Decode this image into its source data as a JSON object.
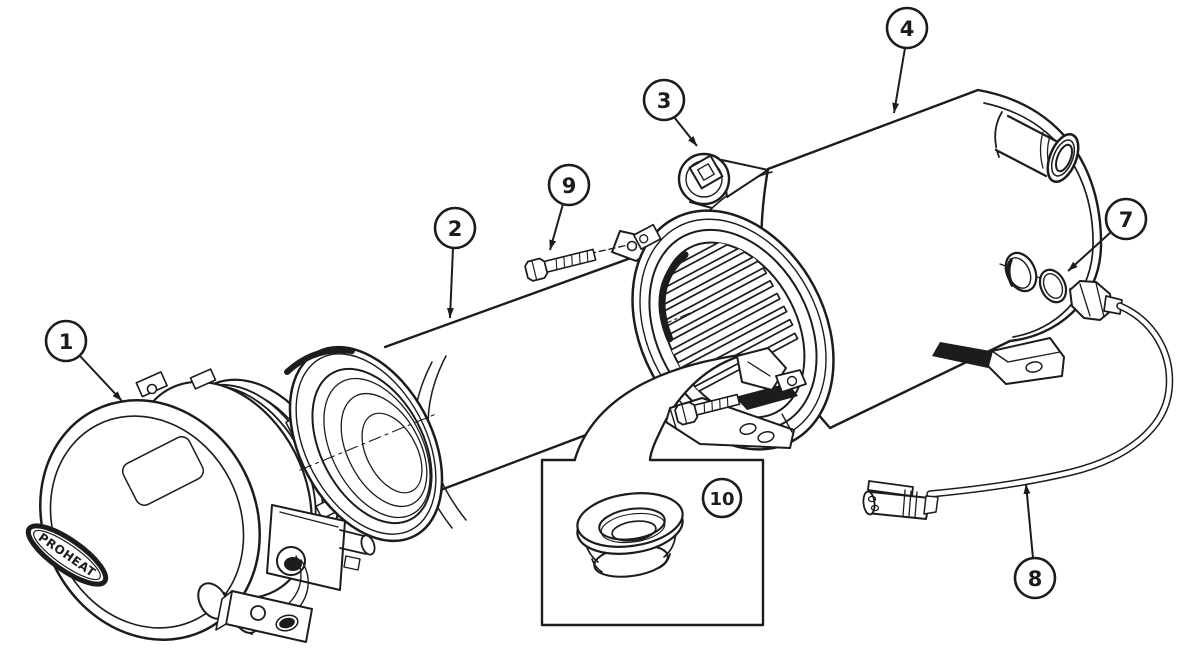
{
  "diagram": {
    "background": "#ffffff",
    "line_color": "#1c1c1c",
    "logo": {
      "text": "PROHEAT"
    },
    "callouts": [
      {
        "number": "1"
      },
      {
        "number": "2"
      },
      {
        "number": "3"
      },
      {
        "number": "4"
      },
      {
        "number": "7"
      },
      {
        "number": "8"
      },
      {
        "number": "9"
      },
      {
        "number": "10"
      }
    ]
  }
}
